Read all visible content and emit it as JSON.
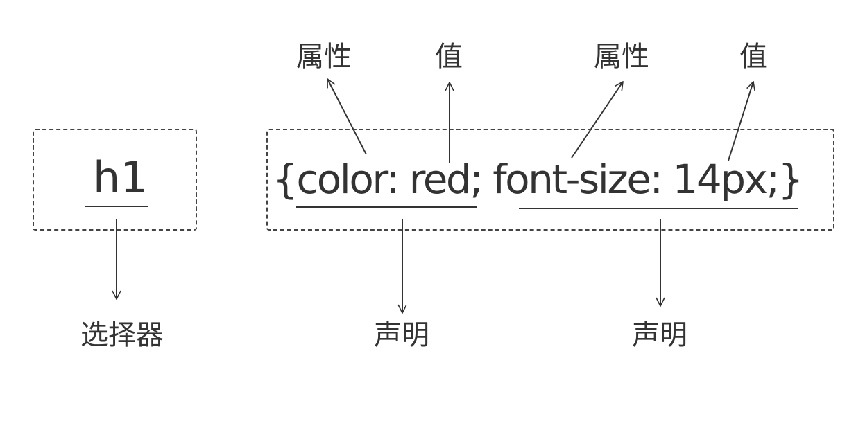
{
  "selector": {
    "code": "h1",
    "label": "选择器"
  },
  "declaration_block": {
    "code": "{color: red; font-size: 14px;}",
    "declarations": [
      {
        "property_label": "属性",
        "value_label": "值",
        "declaration_label": "声明"
      },
      {
        "property_label": "属性",
        "value_label": "值",
        "declaration_label": "声明"
      }
    ]
  },
  "colors": {
    "line": "#333333",
    "text": "#333333"
  }
}
